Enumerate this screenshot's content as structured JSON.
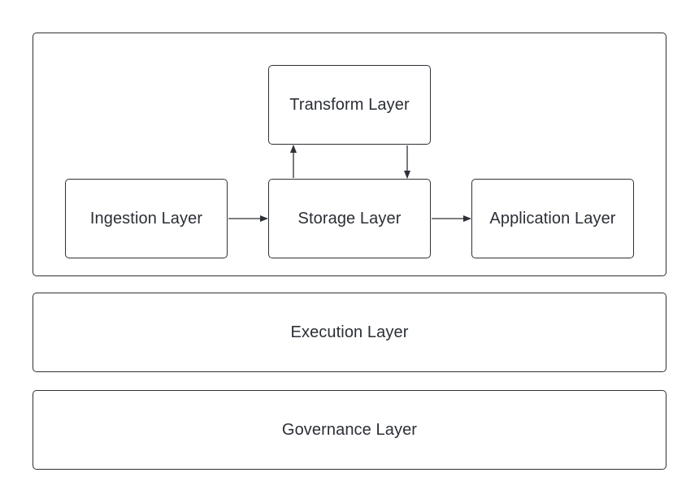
{
  "diagram": {
    "nodes": {
      "transform": "Transform Layer",
      "ingestion": "Ingestion Layer",
      "storage": "Storage Layer",
      "application": "Application Layer",
      "execution": "Execution Layer",
      "governance": "Governance Layer"
    },
    "edges": [
      {
        "from": "Ingestion Layer",
        "to": "Storage Layer"
      },
      {
        "from": "Storage Layer",
        "to": "Application Layer"
      },
      {
        "from": "Storage Layer",
        "to": "Transform Layer"
      },
      {
        "from": "Transform Layer",
        "to": "Storage Layer"
      }
    ],
    "colors": {
      "stroke": "#2e3138",
      "text": "#2b2f36",
      "background": "#ffffff"
    }
  }
}
